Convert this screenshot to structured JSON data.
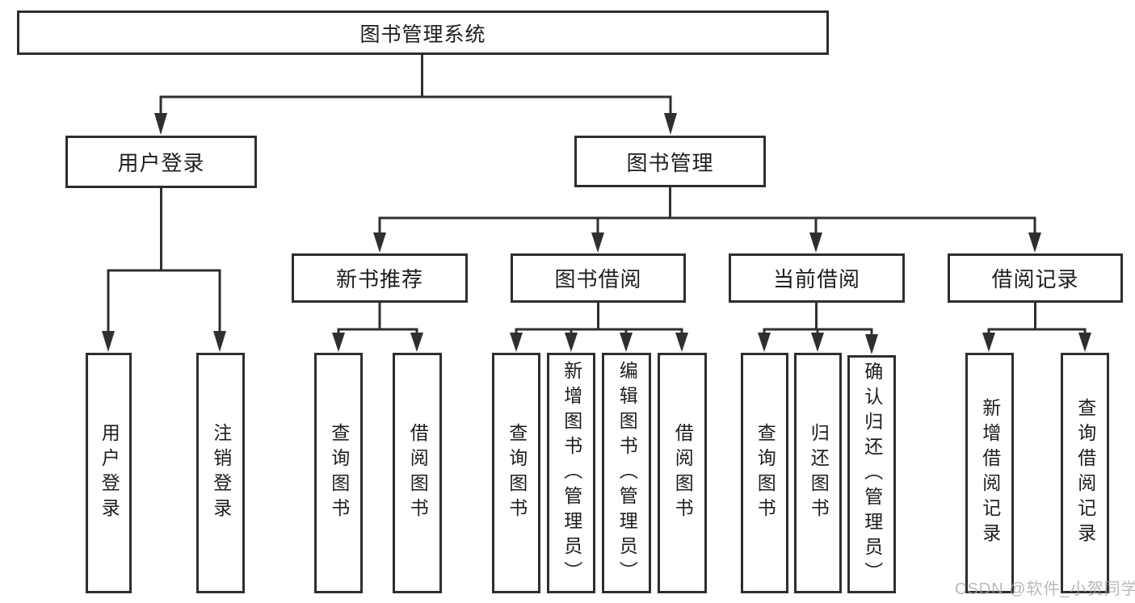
{
  "tree": {
    "root": "图书管理系统",
    "children": [
      {
        "label": "用户登录",
        "children": [
          "用户登录",
          "注销登录"
        ]
      },
      {
        "label": "图书管理",
        "children": [
          {
            "label": "新书推荐",
            "children": [
              "查询图书",
              "借阅图书"
            ]
          },
          {
            "label": "图书借阅",
            "children": [
              "查询图书",
              "新增图书（管理员）",
              "编辑图书（管理员）",
              "借阅图书"
            ]
          },
          {
            "label": "当前借阅",
            "children": [
              "查询图书",
              "归还图书",
              "确认归还（管理员）"
            ]
          },
          {
            "label": "借阅记录",
            "children": [
              "新增借阅记录",
              "查询借阅记录"
            ]
          }
        ]
      }
    ]
  },
  "watermark": "CSDN @软件_小贺同学",
  "colors": {
    "line": "#2f2f2f",
    "box_border": "#2e2e2e",
    "text": "#1d1d1d",
    "background": "#ffffff",
    "watermark": "#a8a8a8"
  }
}
